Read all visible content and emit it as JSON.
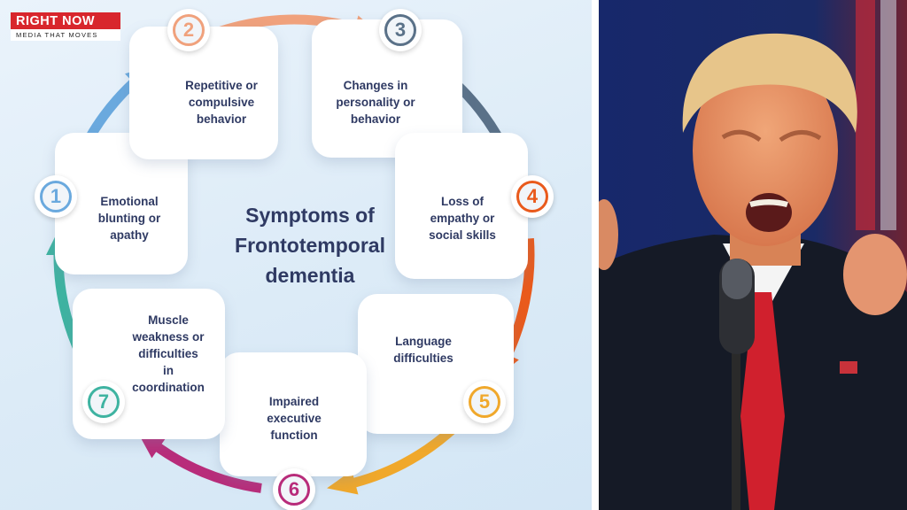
{
  "logo": {
    "brand": "RIGHT NOW",
    "tagline": "MEDIA THAT MOVES"
  },
  "diagram": {
    "title": "Symptoms of Frontotemporal dementia",
    "title_lines": [
      "Symptoms of",
      "Frontotemporal",
      "dementia"
    ],
    "steps": [
      {
        "number": "1",
        "lines": [
          "Emotional",
          "blunting or",
          "apathy"
        ],
        "color": "#6aa9de"
      },
      {
        "number": "2",
        "lines": [
          "Repetitive or",
          "compulsive",
          "behavior"
        ],
        "color": "#f0a17c"
      },
      {
        "number": "3",
        "lines": [
          "Changes in",
          "personality or",
          "behavior"
        ],
        "color": "#5a7188"
      },
      {
        "number": "4",
        "lines": [
          "Loss of",
          "empathy or",
          "social skills"
        ],
        "color": "#e95a1c"
      },
      {
        "number": "5",
        "lines": [
          "Language",
          "difficulties"
        ],
        "color": "#f0a82b"
      },
      {
        "number": "6",
        "lines": [
          "Impaired",
          "executive",
          "function"
        ],
        "color": "#b82c7a"
      },
      {
        "number": "7",
        "lines": [
          "Muscle",
          "weakness or",
          "difficulties",
          "in",
          "coordination"
        ],
        "color": "#3eb3a1"
      }
    ]
  },
  "photo": {}
}
